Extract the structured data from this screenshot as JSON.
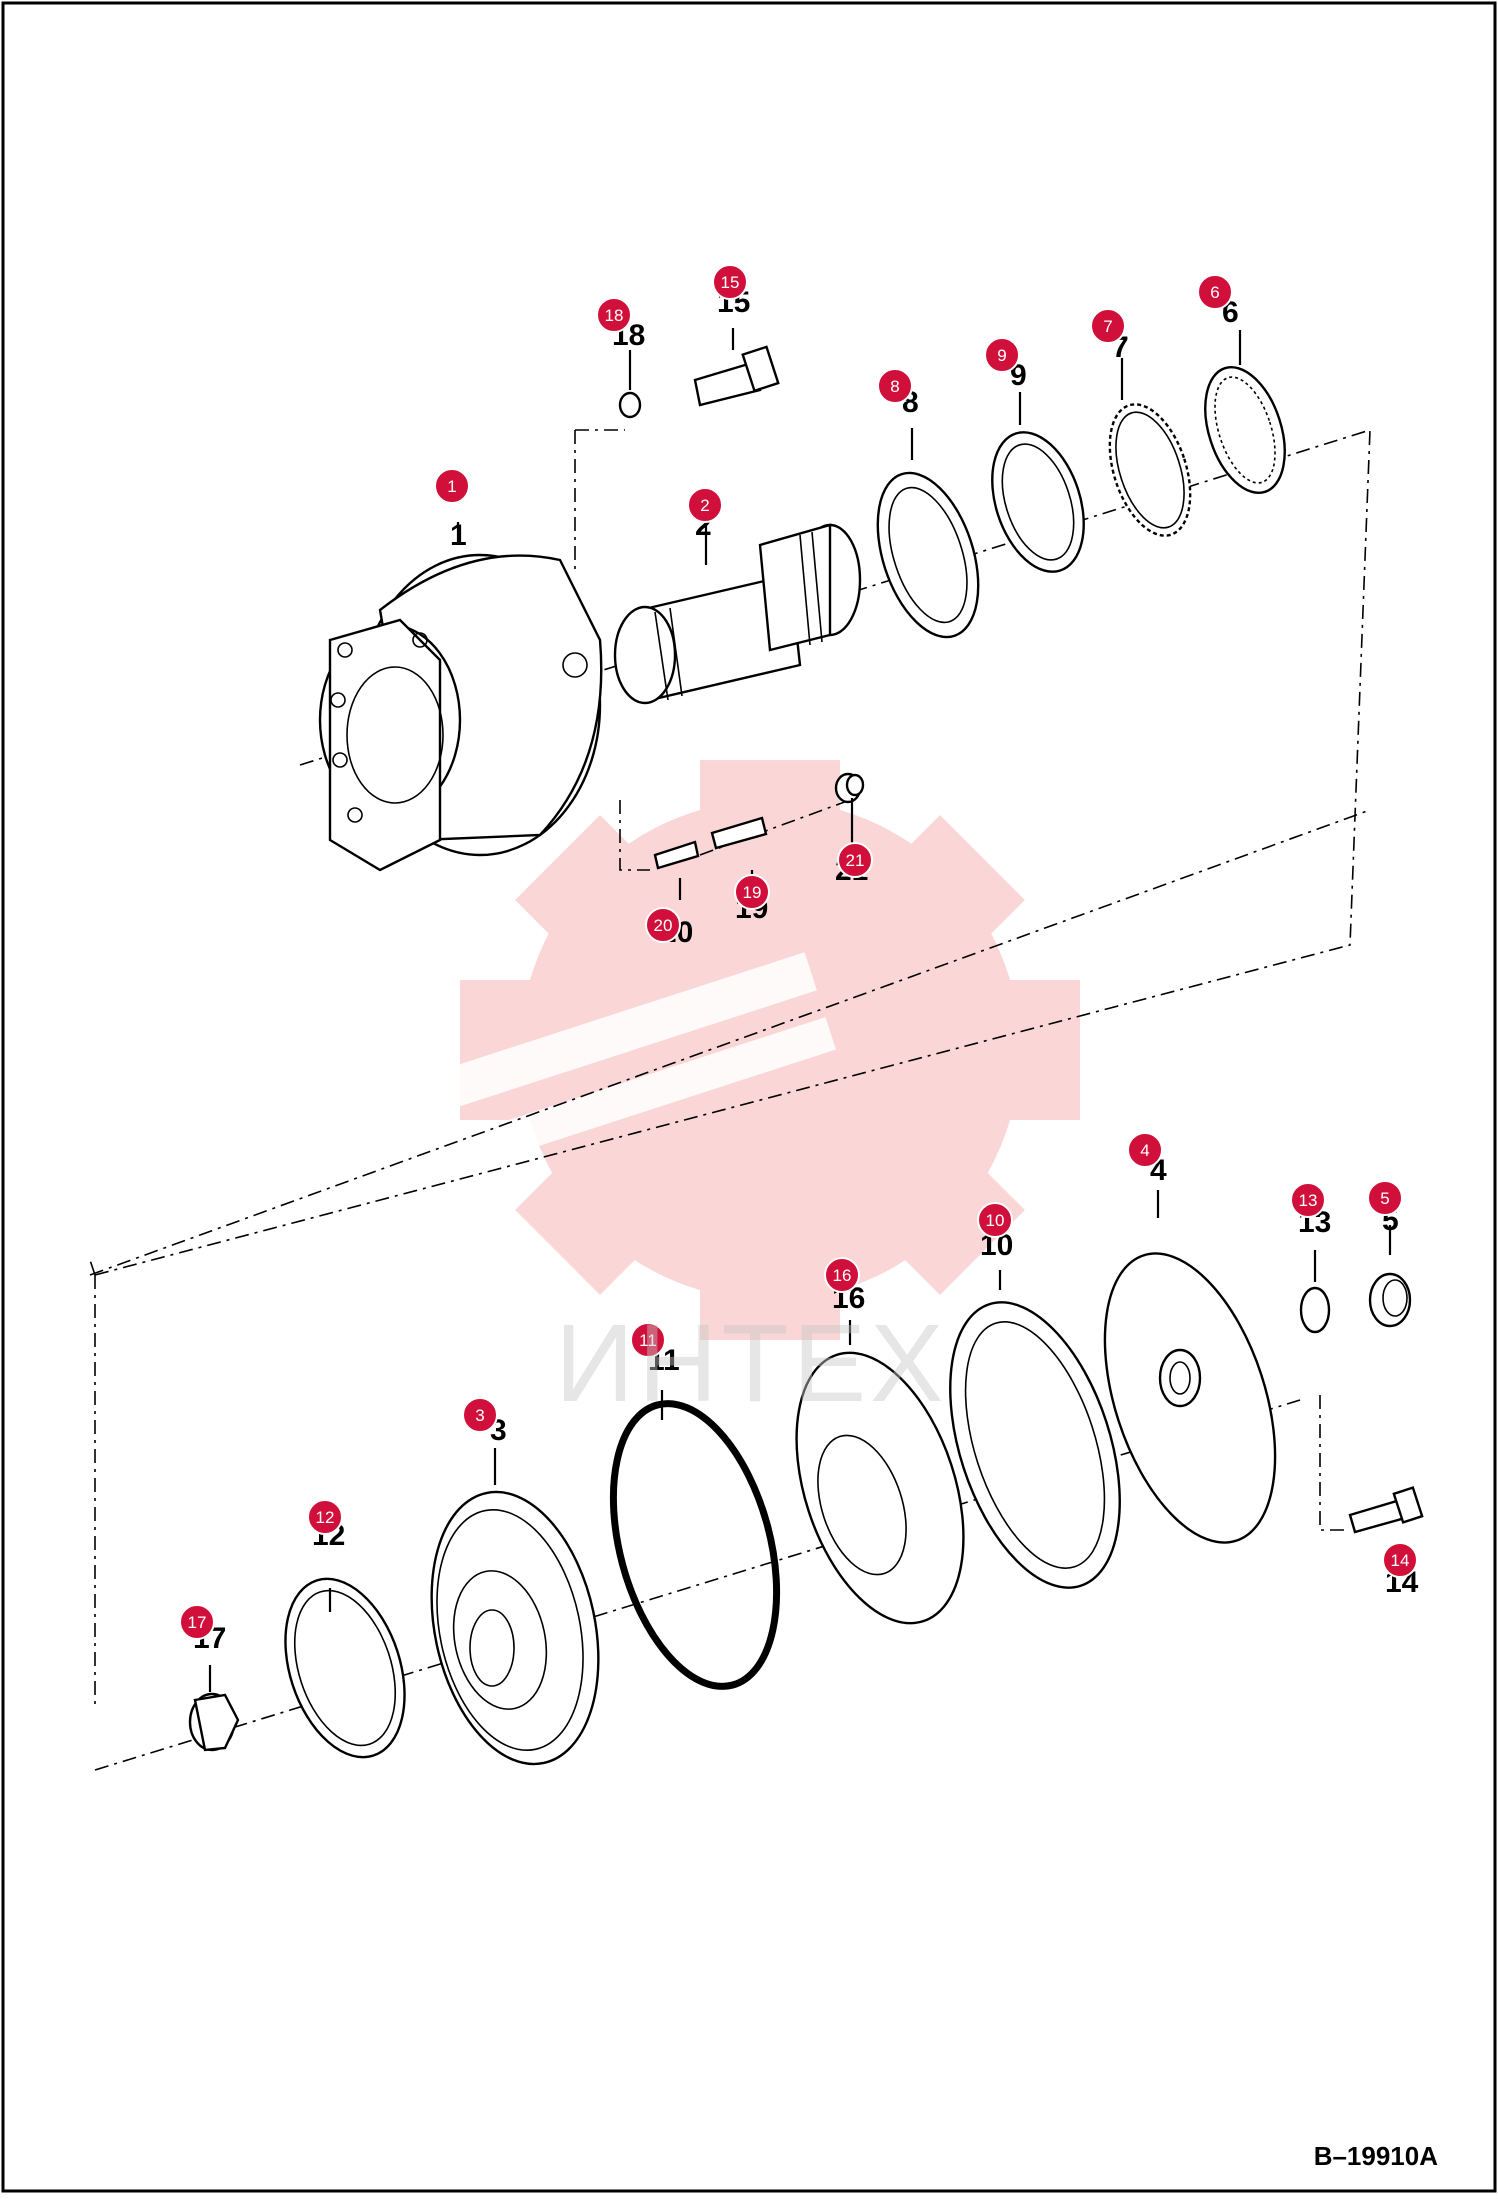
{
  "figure_id": "B–19910A",
  "watermark": {
    "text": "ИНТЕХ",
    "color": "#f04a4a"
  },
  "colors": {
    "callout": "#d0103a",
    "line": "#000000",
    "background": "#ffffff"
  },
  "callouts": [
    {
      "n": "1"
    },
    {
      "n": "2"
    },
    {
      "n": "3"
    },
    {
      "n": "4"
    },
    {
      "n": "5"
    },
    {
      "n": "6"
    },
    {
      "n": "7"
    },
    {
      "n": "8"
    },
    {
      "n": "9"
    },
    {
      "n": "10"
    },
    {
      "n": "11"
    },
    {
      "n": "12"
    },
    {
      "n": "13"
    },
    {
      "n": "14"
    },
    {
      "n": "15"
    },
    {
      "n": "16"
    },
    {
      "n": "17"
    },
    {
      "n": "18"
    },
    {
      "n": "19"
    },
    {
      "n": "20"
    },
    {
      "n": "21"
    }
  ],
  "part_labels": [
    "1",
    "2",
    "3",
    "4",
    "5",
    "6",
    "7",
    "8",
    "9",
    "10",
    "11",
    "12",
    "13",
    "14",
    "15",
    "16",
    "17",
    "18",
    "19",
    "20",
    "21"
  ]
}
